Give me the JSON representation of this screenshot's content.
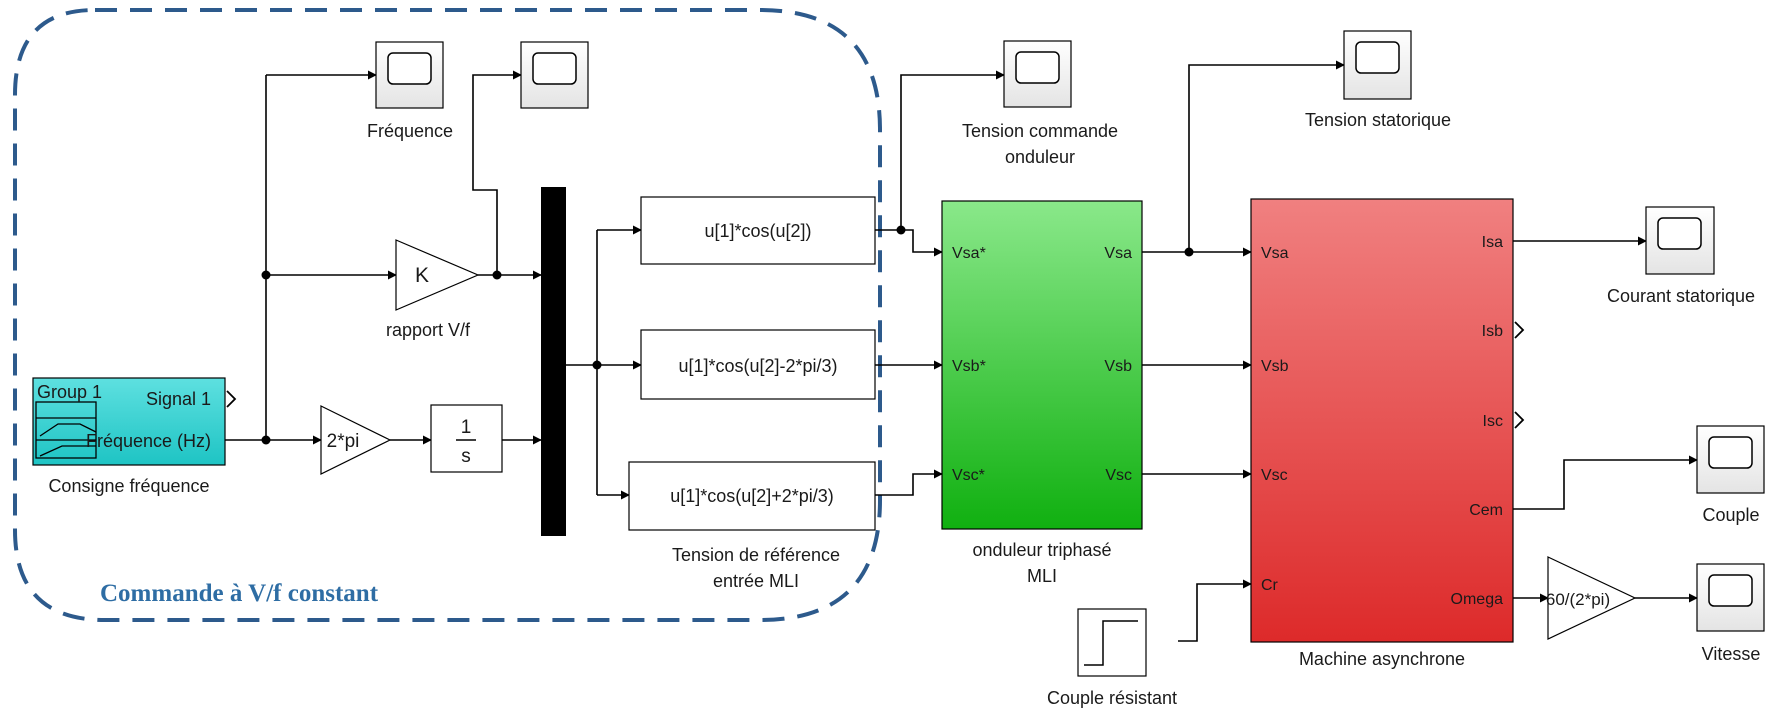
{
  "region": {
    "title": "Commande à V/f constant"
  },
  "blocks": {
    "signal_builder": {
      "group": "Group 1",
      "signal_out": "Signal 1",
      "freq_out": "Fréquence (Hz)",
      "caption": "Consigne fréquence",
      "color": "#33cccc"
    },
    "scope_freq": {
      "caption": "Fréquence"
    },
    "scope_vf": {
      "caption": ""
    },
    "gain_k": {
      "text": "K",
      "caption": "rapport V/f"
    },
    "gain_2pi": {
      "text": "2*pi"
    },
    "integrator": {
      "num": "1",
      "den": "s"
    },
    "fcn_a": {
      "text": "u[1]*cos(u[2])"
    },
    "fcn_b": {
      "text": "u[1]*cos(u[2]-2*pi/3)"
    },
    "fcn_c": {
      "text": "u[1]*cos(u[2]+2*pi/3)"
    },
    "fcn_caption": {
      "line1": "Tension de référence",
      "line2": "entrée MLI"
    },
    "scope_cmd": {
      "line1": "Tension commande",
      "line2": "onduleur"
    },
    "inverter": {
      "in_a": "Vsa*",
      "in_b": "Vsb*",
      "in_c": "Vsc*",
      "out_a": "Vsa",
      "out_b": "Vsb",
      "out_c": "Vsc",
      "line1": "onduleur triphasé",
      "line2": "MLI",
      "color": "#33cc33"
    },
    "scope_stat": {
      "caption": "Tension statorique"
    },
    "machine": {
      "in_a": "Vsa",
      "in_b": "Vsb",
      "in_c": "Vsc",
      "in_cr": "Cr",
      "out_isa": "Isa",
      "out_isb": "Isb",
      "out_isc": "Isc",
      "out_cem": "Cem",
      "out_omega": "Omega",
      "caption": "Machine asynchrone",
      "color": "#e84a4a"
    },
    "step": {
      "caption": "Couple résistant"
    },
    "scope_courant": {
      "caption": "Courant statorique"
    },
    "scope_couple": {
      "caption": "Couple"
    },
    "gain_speed": {
      "text": "60/(2*pi)"
    },
    "scope_vitesse": {
      "caption": "Vitesse"
    }
  }
}
